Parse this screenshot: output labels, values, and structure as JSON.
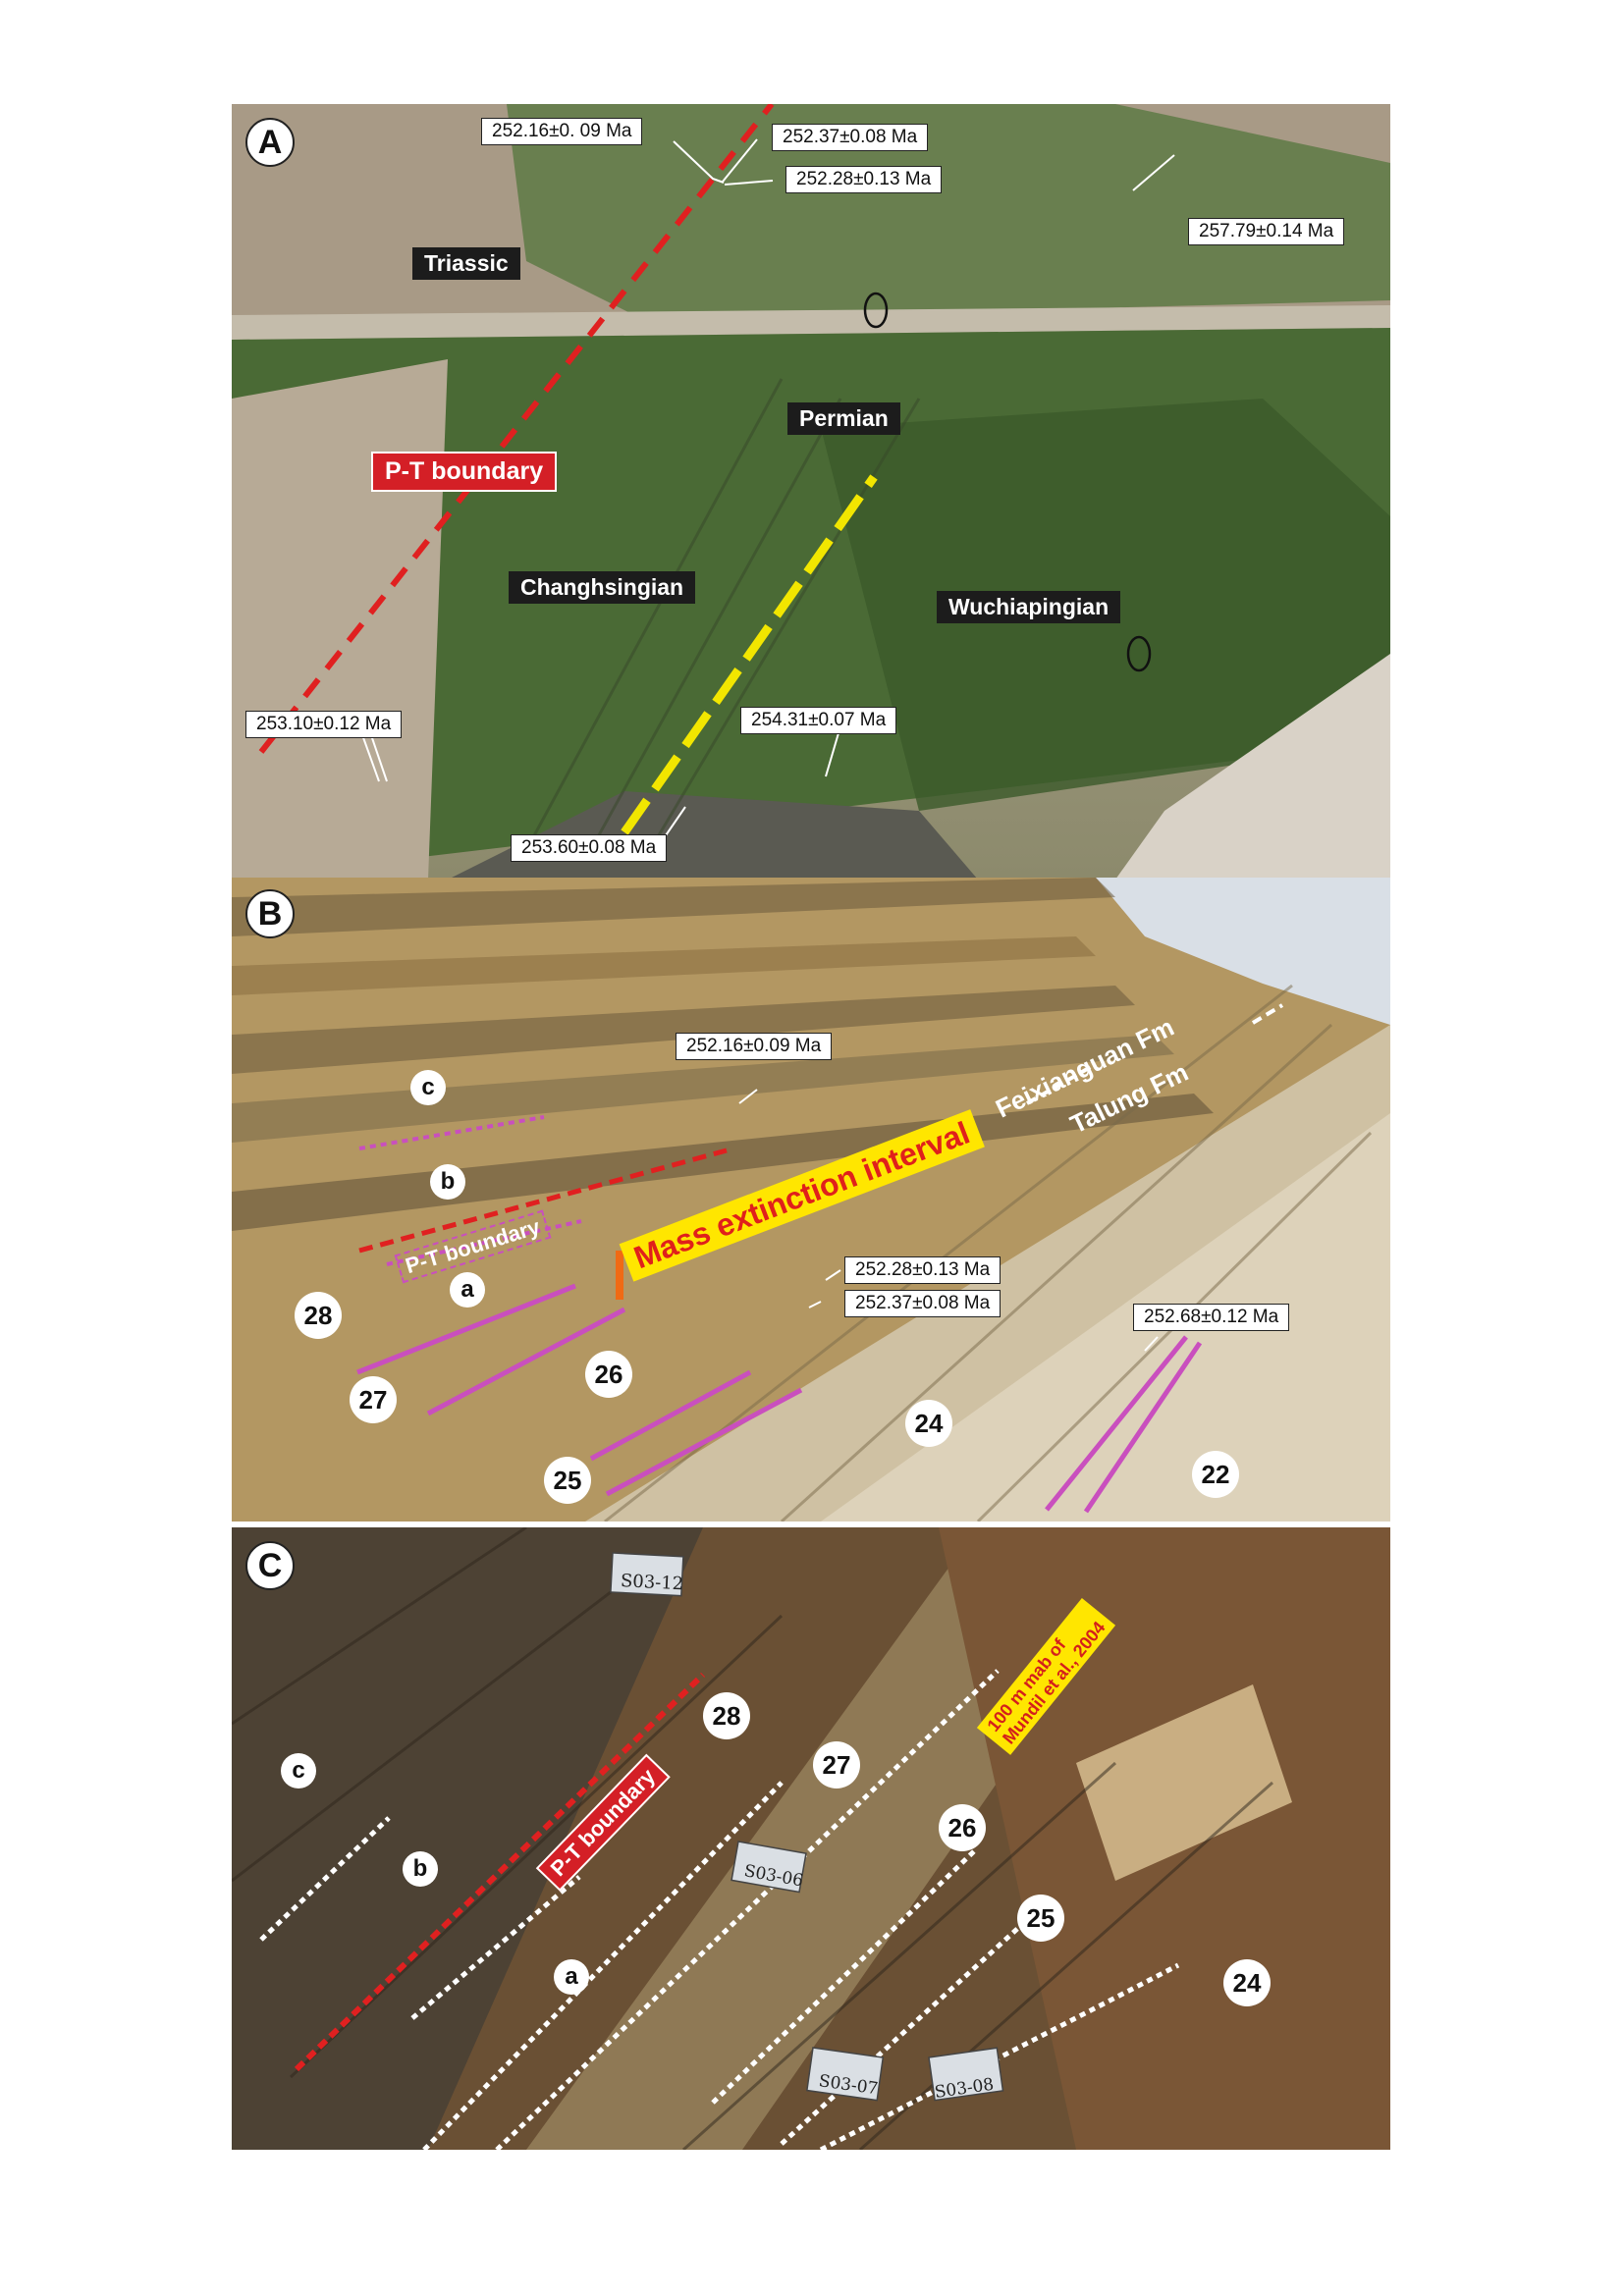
{
  "panels": {
    "a": {
      "letter": "A",
      "labels": {
        "triassic": "Triassic",
        "permian": "Permian",
        "pt_boundary": "P-T boundary",
        "changhsingian": "Changhsingian",
        "wuchiapingian": "Wuchiapingian"
      },
      "dates": {
        "d1": "252.16±0. 09 Ma",
        "d2": "252.37±0.08 Ma",
        "d3": "252.28±0.13 Ma",
        "d4": "257.79±0.14 Ma",
        "d5": "253.10±0.12 Ma",
        "d6": "254.31±0.07 Ma",
        "d7": "253.60±0.08 Ma"
      }
    },
    "b": {
      "letter": "B",
      "dates": {
        "d1": "252.16±0.09 Ma",
        "d2": "252.28±0.13 Ma",
        "d3": "252.37±0.08 Ma",
        "d4": "252.68±0.12 Ma"
      },
      "labels": {
        "mass_extinction": "Mass extinction interval",
        "pt_boundary": "P-T boundary",
        "feixianguan": "Feixianguan Fm",
        "talung": "Talung Fm"
      },
      "sub": {
        "a": "a",
        "b": "b",
        "c": "c"
      },
      "beds": {
        "n28": "28",
        "n27": "27",
        "n26": "26",
        "n25": "25",
        "n24": "24",
        "n22": "22"
      }
    },
    "c": {
      "letter": "C",
      "labels": {
        "pt_boundary": "P-T boundary",
        "mundil_line1": "100 m mab of",
        "mundil_line2": "Mundil et al., 2004"
      },
      "sub": {
        "a": "a",
        "b": "b",
        "c": "c"
      },
      "beds": {
        "n28": "28",
        "n27": "27",
        "n26": "26",
        "n25": "25",
        "n24": "24"
      },
      "tags": {
        "t1": "S03-12",
        "t2": "S03-06",
        "t3": "S03-07",
        "t4": "S03-08"
      }
    }
  },
  "colors": {
    "pt_boundary_line": "#e02020",
    "changhsingian_base_line": "#f2e600",
    "bed_lines": "#c94fbe",
    "mass_extinction_bg": "#ffe600",
    "mass_extinction_text": "#e0201b"
  }
}
